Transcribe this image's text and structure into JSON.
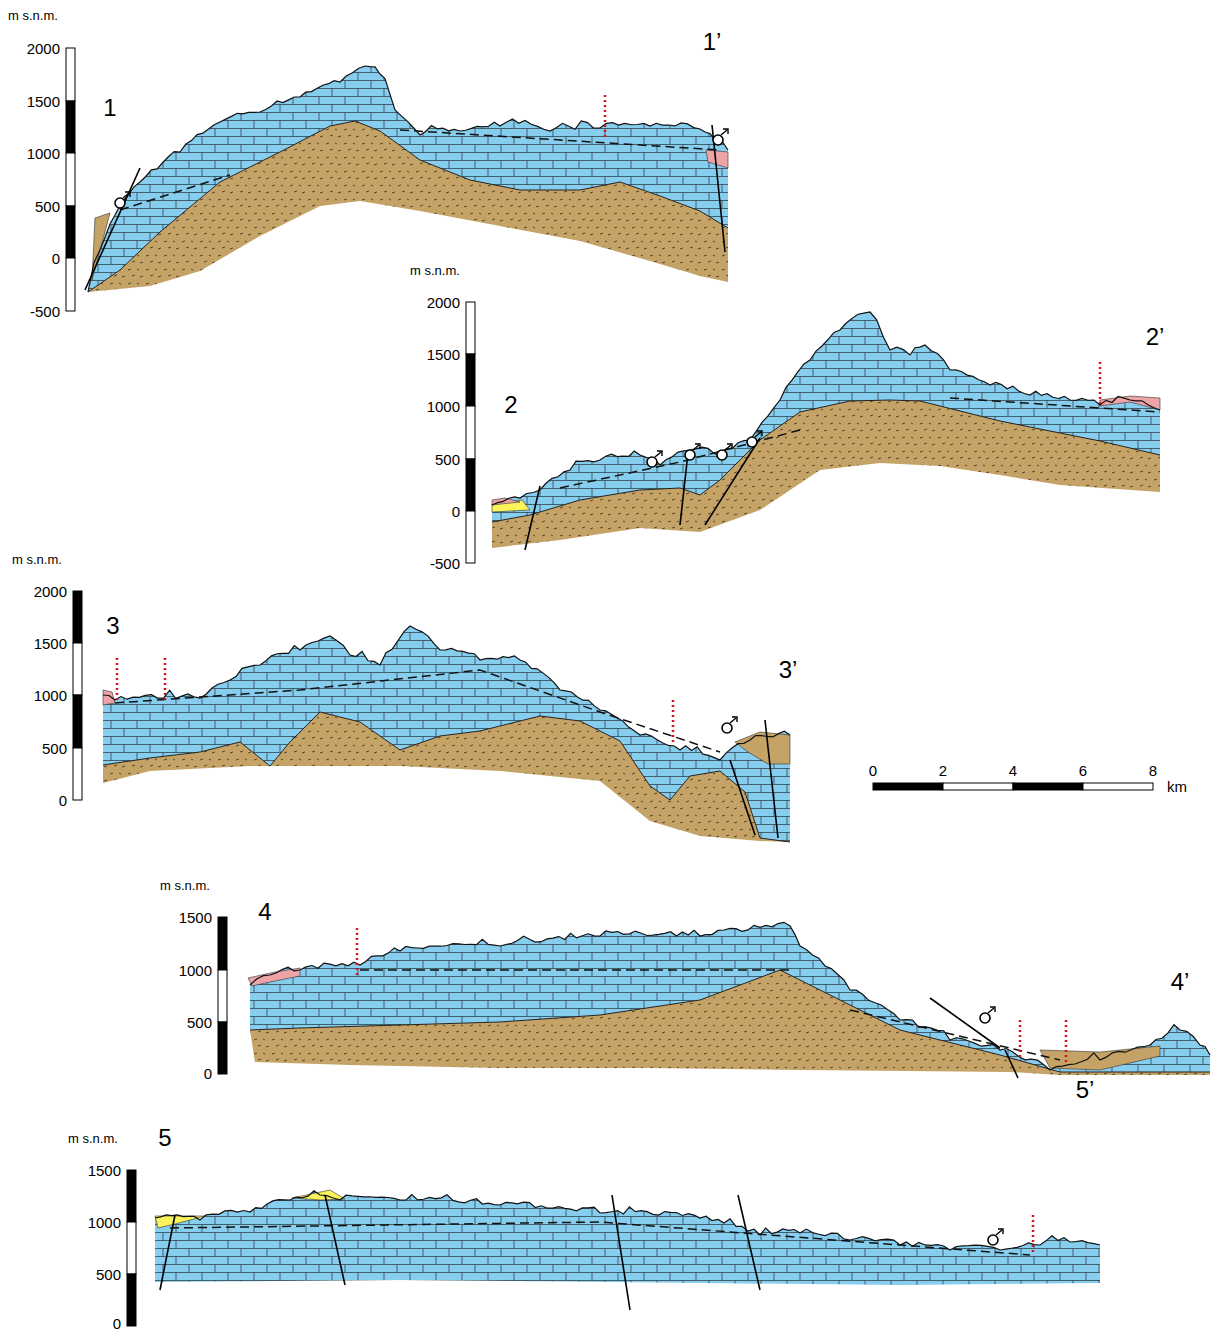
{
  "diagram": {
    "labels": [
      "m s.n.m.",
      "2000",
      "1500",
      "1000",
      "500",
      "0",
      "-500",
      "1",
      "1’",
      "m s.n.m.",
      "2000",
      "1500",
      "1000",
      "500",
      "0",
      "-500",
      "2",
      "2’",
      "m s.n.m.",
      "2000",
      "1500",
      "1000",
      "500",
      "0",
      "3",
      "3’",
      "0",
      "2",
      "4",
      "6",
      "8",
      "km",
      "m s.n.m.",
      "1500",
      "1000",
      "500",
      "0",
      "4",
      "4’",
      "m s.n.m.",
      "1500",
      "1000",
      "500",
      "0",
      "5",
      "5’"
    ]
  }
}
